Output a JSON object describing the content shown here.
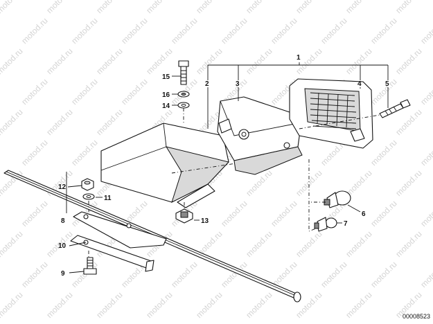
{
  "diagram": {
    "watermark": "motod.ru",
    "diagram_id": "00008523",
    "callouts": [
      {
        "id": "1",
        "label": "1"
      },
      {
        "id": "2",
        "label": "2"
      },
      {
        "id": "3",
        "label": "3"
      },
      {
        "id": "4",
        "label": "4"
      },
      {
        "id": "5",
        "label": "5"
      },
      {
        "id": "6",
        "label": "6"
      },
      {
        "id": "7",
        "label": "7"
      },
      {
        "id": "8",
        "label": "8"
      },
      {
        "id": "9",
        "label": "9"
      },
      {
        "id": "10",
        "label": "10"
      },
      {
        "id": "11",
        "label": "11"
      },
      {
        "id": "12",
        "label": "12"
      },
      {
        "id": "13",
        "label": "13"
      },
      {
        "id": "14",
        "label": "14"
      },
      {
        "id": "15",
        "label": "15"
      },
      {
        "id": "16",
        "label": "16"
      }
    ]
  }
}
